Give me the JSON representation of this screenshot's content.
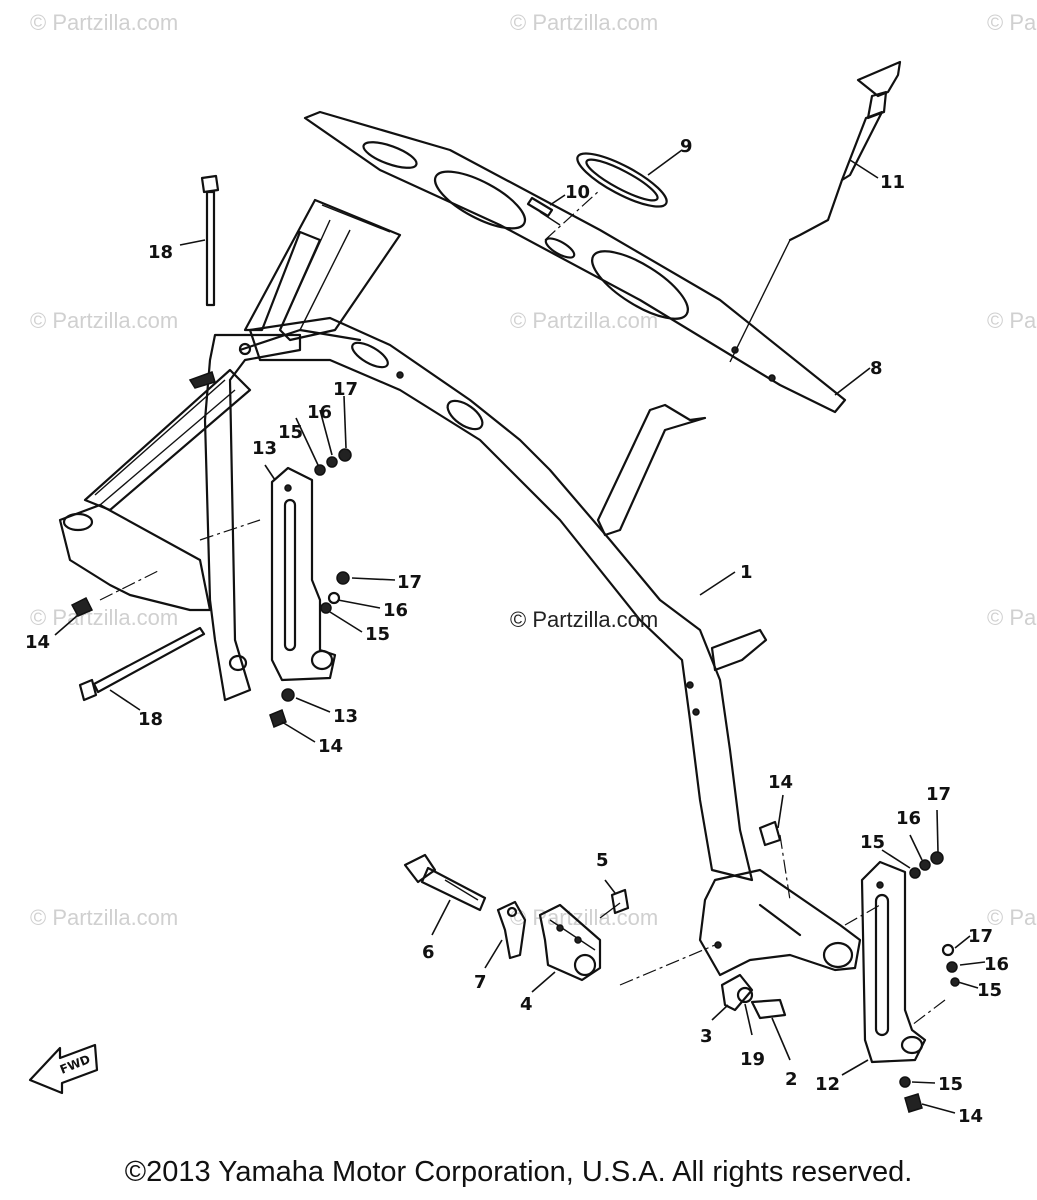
{
  "watermark_text": "© Partzilla.com",
  "watermark_text_partial": "© Pa",
  "center_watermark": "© Partzilla.com",
  "copyright": "©2013 Yamaha Motor Corporation, U.S.A. All rights reserved.",
  "fwd_label": "FWD",
  "callouts": {
    "c1": "1",
    "c2": "2",
    "c3": "3",
    "c4": "4",
    "c5": "5",
    "c6": "6",
    "c7": "7",
    "c8": "8",
    "c9": "9",
    "c10": "10",
    "c11": "11",
    "c12": "12",
    "c13a": "13",
    "c13b": "13",
    "c14a": "14",
    "c14b": "14",
    "c14c": "14",
    "c14d": "14",
    "c15a": "15",
    "c15b": "15",
    "c15c": "15",
    "c15d": "15",
    "c15e": "15",
    "c16a": "16",
    "c16b": "16",
    "c16c": "16",
    "c16d": "16",
    "c17a": "17",
    "c17b": "17",
    "c17c": "17",
    "c17d": "17",
    "c18a": "18",
    "c18b": "18",
    "c19": "19"
  }
}
